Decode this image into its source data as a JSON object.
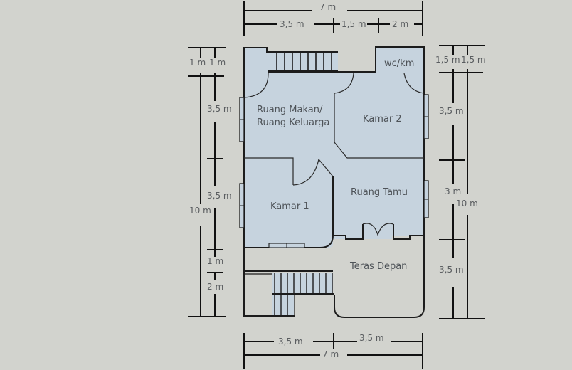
{
  "colors": {
    "background": "#d2d3ce",
    "room_fill": "#c6d3de",
    "wall": "#1c1c1c",
    "text": "#4e5358"
  },
  "rooms": {
    "dining_family": {
      "line1": "Ruang Makan/",
      "line2": "Ruang Keluarga"
    },
    "bedroom2": "Kamar 2",
    "wc": "wc/km",
    "bedroom1": "Kamar 1",
    "living": "Ruang Tamu",
    "terrace": "Teras Depan"
  },
  "dimensions": {
    "top": {
      "total": "7 m",
      "segments": [
        "3,5 m",
        "1,5 m",
        "2 m"
      ]
    },
    "bottom": {
      "total": "7 m",
      "segments": [
        "3,5 m",
        "3,5 m"
      ]
    },
    "left": {
      "total": "10 m",
      "outer_top": "1 m",
      "segments": [
        "1 m",
        "3,5 m",
        "3,5 m",
        "1 m",
        "2 m"
      ]
    },
    "right": {
      "total": "10 m",
      "outer_top": "1,5 m",
      "segments": [
        "1,5 m",
        "3,5 m",
        "3 m",
        "3,5 m"
      ]
    }
  }
}
